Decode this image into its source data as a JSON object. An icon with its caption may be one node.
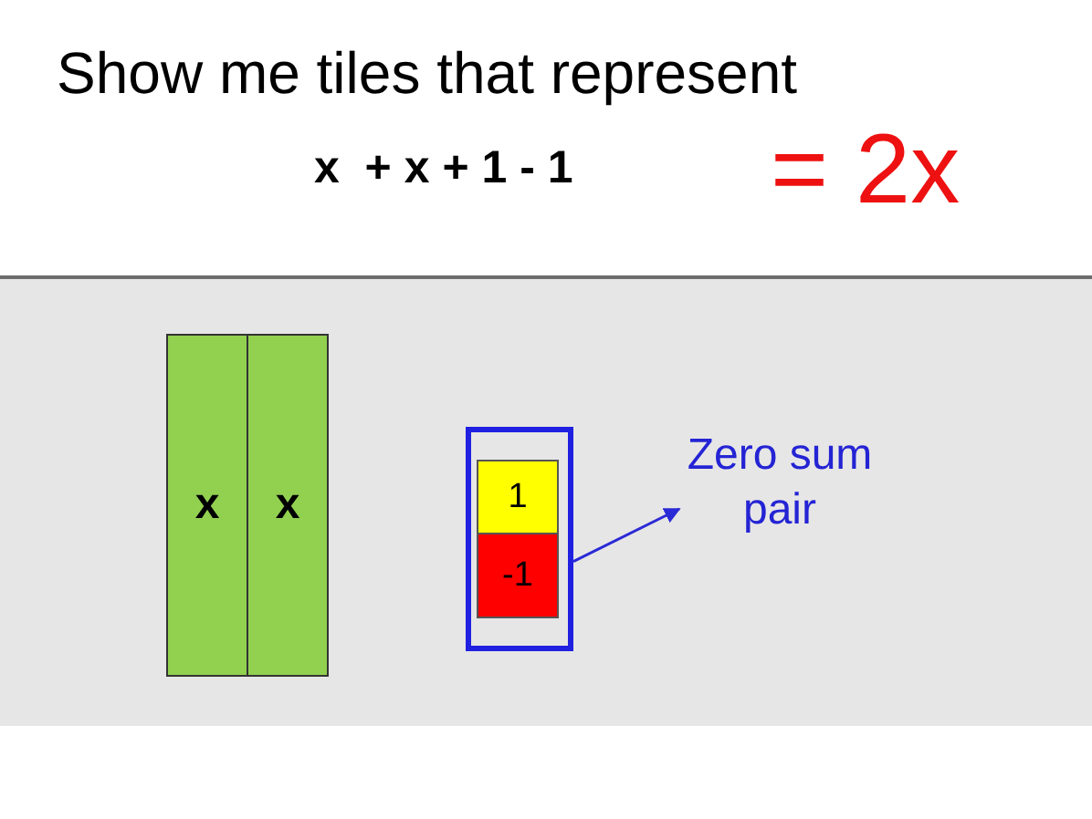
{
  "diagram": {
    "title": "Show me tiles that represent",
    "nodes": [
      {
        "text": [
          "x"
        ]
      },
      {
        "text": [
          "x"
        ]
      },
      {
        "text": [],
        "shape": "box"
      },
      {
        "text": [
          "1"
        ],
        "in": 2
      },
      {
        "text": [
          "-1"
        ],
        "in": 2
      },
      {
        "text": [
          "Zero sum pair"
        ]
      }
    ],
    "edges": [
      {
        "from": 2,
        "to": 5,
        "arrow": "to",
        "color": "#2a2ad6"
      }
    ],
    "labels": [
      "x  + x + 1 - 1",
      "= 2x"
    ]
  }
}
